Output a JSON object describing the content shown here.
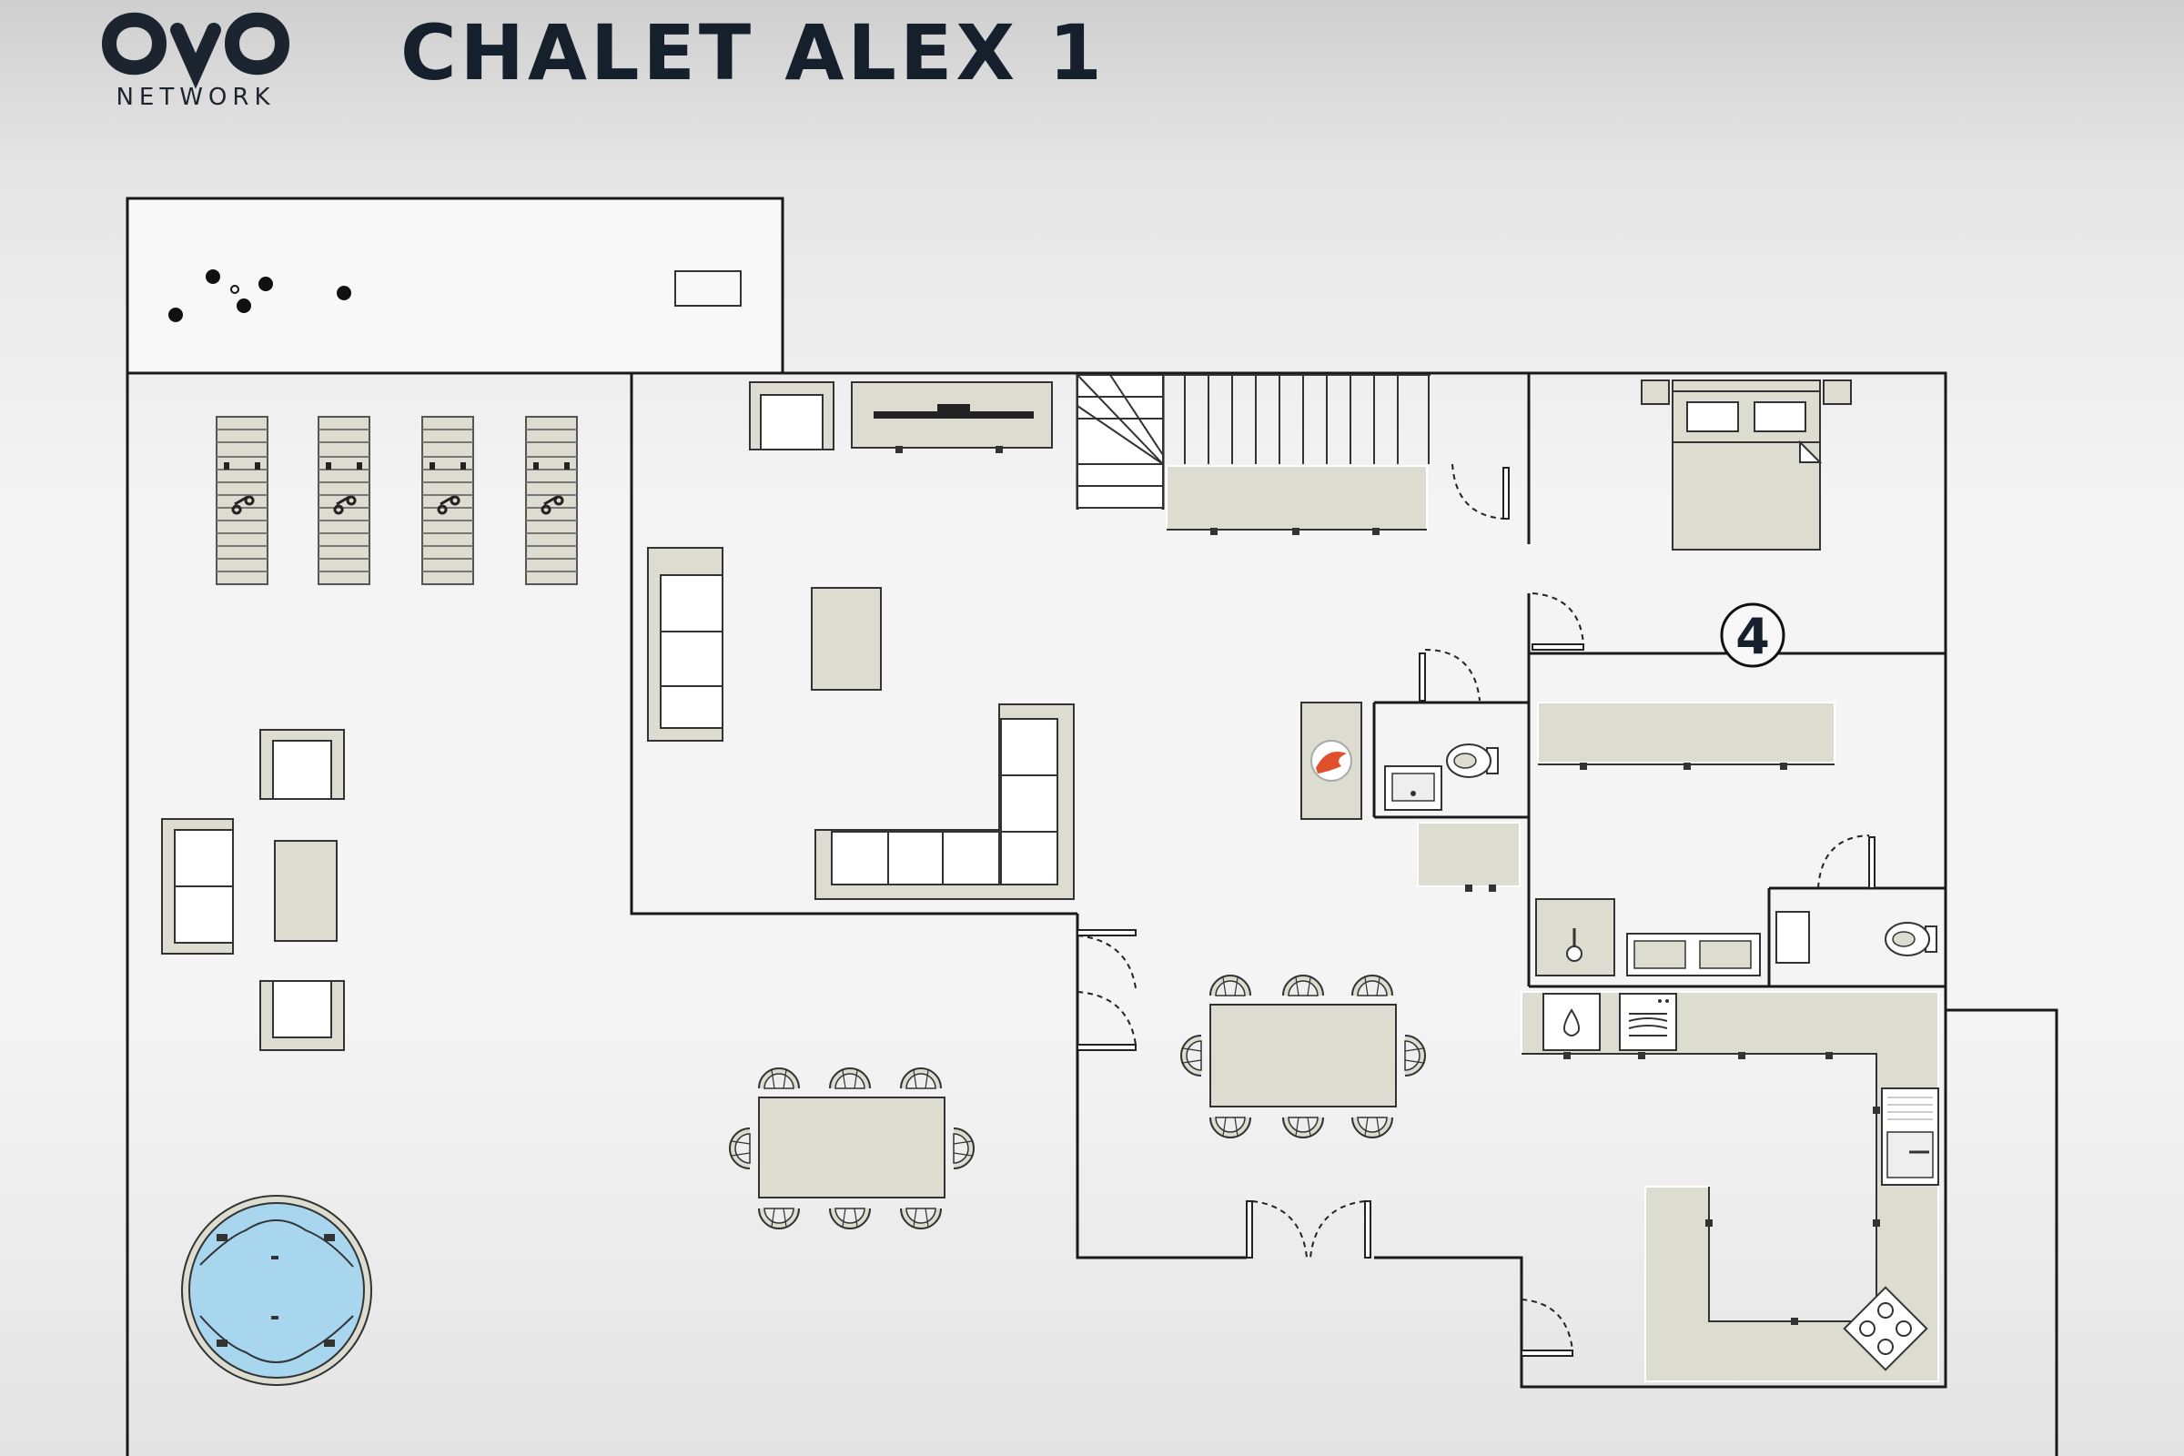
{
  "brand": {
    "name": "NETWORK",
    "logo_icon": "ovo-logo-icon"
  },
  "title": "CHALET ALEX 1",
  "rooms": [
    {
      "number": "4"
    }
  ],
  "colors": {
    "wall": "#1a1a1a",
    "furniture": "#dcdcd0",
    "floor": "#f8f8f8",
    "water": "#a9d6ef",
    "fire": "#e0502a",
    "text": "#16202c"
  },
  "icons": [
    "sun-lounger-icon",
    "sofa-icon",
    "armchair-icon",
    "coffee-table-icon",
    "hot-tub-icon",
    "dining-table-icon",
    "chair-icon",
    "tv-unit-icon",
    "staircase-icon",
    "fireplace-icon",
    "double-bed-icon",
    "toilet-icon",
    "sink-icon",
    "wardrobe-icon",
    "kitchen-counter-icon",
    "oven-icon",
    "hob-icon",
    "dishwasher-icon",
    "door-icon"
  ]
}
